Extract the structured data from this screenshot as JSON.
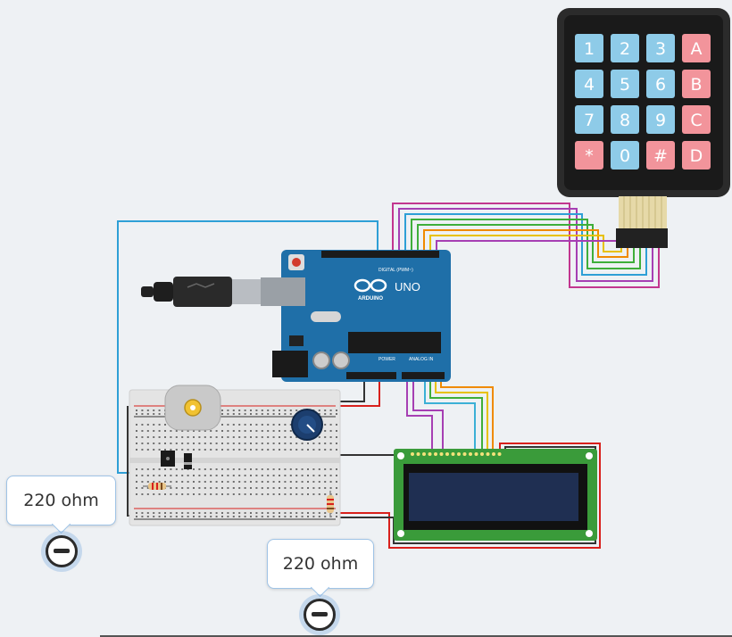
{
  "keypad": {
    "keys": [
      {
        "label": "1",
        "kind": "num"
      },
      {
        "label": "2",
        "kind": "num"
      },
      {
        "label": "3",
        "kind": "num"
      },
      {
        "label": "A",
        "kind": "fn"
      },
      {
        "label": "4",
        "kind": "num"
      },
      {
        "label": "5",
        "kind": "num"
      },
      {
        "label": "6",
        "kind": "num"
      },
      {
        "label": "B",
        "kind": "fn"
      },
      {
        "label": "7",
        "kind": "num"
      },
      {
        "label": "8",
        "kind": "num"
      },
      {
        "label": "9",
        "kind": "num"
      },
      {
        "label": "C",
        "kind": "fn"
      },
      {
        "label": "*",
        "kind": "fn"
      },
      {
        "label": "0",
        "kind": "num"
      },
      {
        "label": "#",
        "kind": "fn"
      },
      {
        "label": "D",
        "kind": "fn"
      }
    ],
    "num_color": "#8ecbe8",
    "fn_color": "#f2949b"
  },
  "arduino": {
    "model": "UNO",
    "brand": "ARDUINO",
    "digital_label": "DIGITAL (PWM~)",
    "power_label": "POWER",
    "analog_label": "ANALOG IN",
    "board_color": "#1f6fa8"
  },
  "callouts": [
    {
      "text": "220 ohm"
    },
    {
      "text": "220 ohm"
    }
  ],
  "wire_colors": {
    "purple": "#a63fb3",
    "magenta": "#c2368f",
    "blue": "#2e9fd6",
    "green": "#3fae3a",
    "yellow": "#e8c100",
    "orange": "#f08a00",
    "red": "#d8201c",
    "black": "#333333",
    "cyan": "#3bb0d6"
  },
  "lcd": {
    "screen_color": "#1f2f52",
    "board_color": "#3a9b3a"
  }
}
